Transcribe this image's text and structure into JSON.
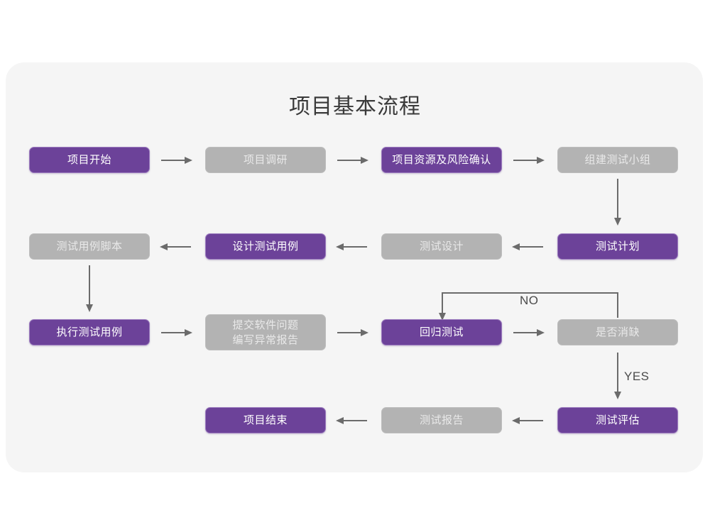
{
  "title": "项目基本流程",
  "colors": {
    "page_background": "#ffffff",
    "card_background": "#f5f5f5",
    "node_active": "#6c4299",
    "node_inactive": "#b3b3b3",
    "connector": "#6b6b6b",
    "title_text": "#3a3a3a"
  },
  "nodes": [
    {
      "id": "n1",
      "label": "项目开始",
      "state": "active"
    },
    {
      "id": "n2",
      "label": "项目调研",
      "state": "inactive"
    },
    {
      "id": "n3",
      "label": "项目资源及风险确认",
      "state": "active"
    },
    {
      "id": "n4",
      "label": "组建测试小组",
      "state": "inactive"
    },
    {
      "id": "n5",
      "label": "测试计划",
      "state": "active"
    },
    {
      "id": "n6",
      "label": "测试设计",
      "state": "inactive"
    },
    {
      "id": "n7",
      "label": "设计测试用例",
      "state": "active"
    },
    {
      "id": "n8",
      "label": "测试用例脚本",
      "state": "inactive"
    },
    {
      "id": "n9",
      "label": "执行测试用例",
      "state": "active"
    },
    {
      "id": "n10",
      "label": "提交软件问题\n编写异常报告",
      "state": "inactive"
    },
    {
      "id": "n11",
      "label": "回归测试",
      "state": "active"
    },
    {
      "id": "n12",
      "label": "是否消缺",
      "state": "inactive"
    },
    {
      "id": "n13",
      "label": "测试评估",
      "state": "active"
    },
    {
      "id": "n14",
      "label": "测试报告",
      "state": "inactive"
    },
    {
      "id": "n15",
      "label": "项目结束",
      "state": "active"
    }
  ],
  "edge_labels": {
    "no": "NO",
    "yes": "YES"
  }
}
